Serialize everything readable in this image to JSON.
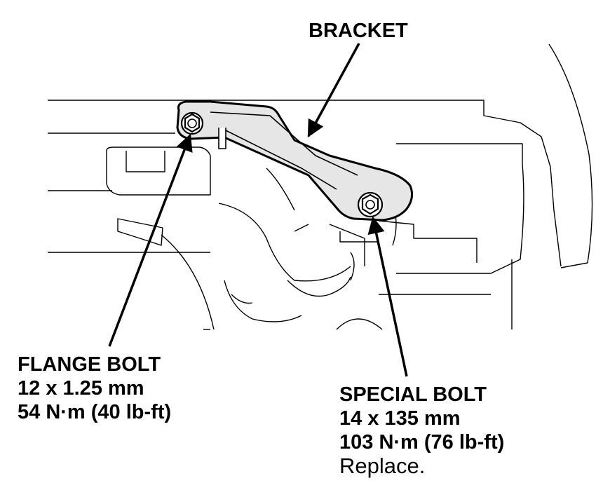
{
  "labels": {
    "bracket": "BRACKET",
    "flange_bolt": {
      "name": "FLANGE BOLT",
      "size": "12 x 1.25 mm",
      "torque": "54 N·m (40 lb-ft)"
    },
    "special_bolt": {
      "name": "SPECIAL BOLT",
      "size": "14 x 135 mm",
      "torque": "103 N·m (76 lb-ft)",
      "note": "Replace."
    }
  },
  "colors": {
    "ink": "#000000",
    "paper": "#ffffff",
    "part_fill": "#e6e6e6"
  }
}
